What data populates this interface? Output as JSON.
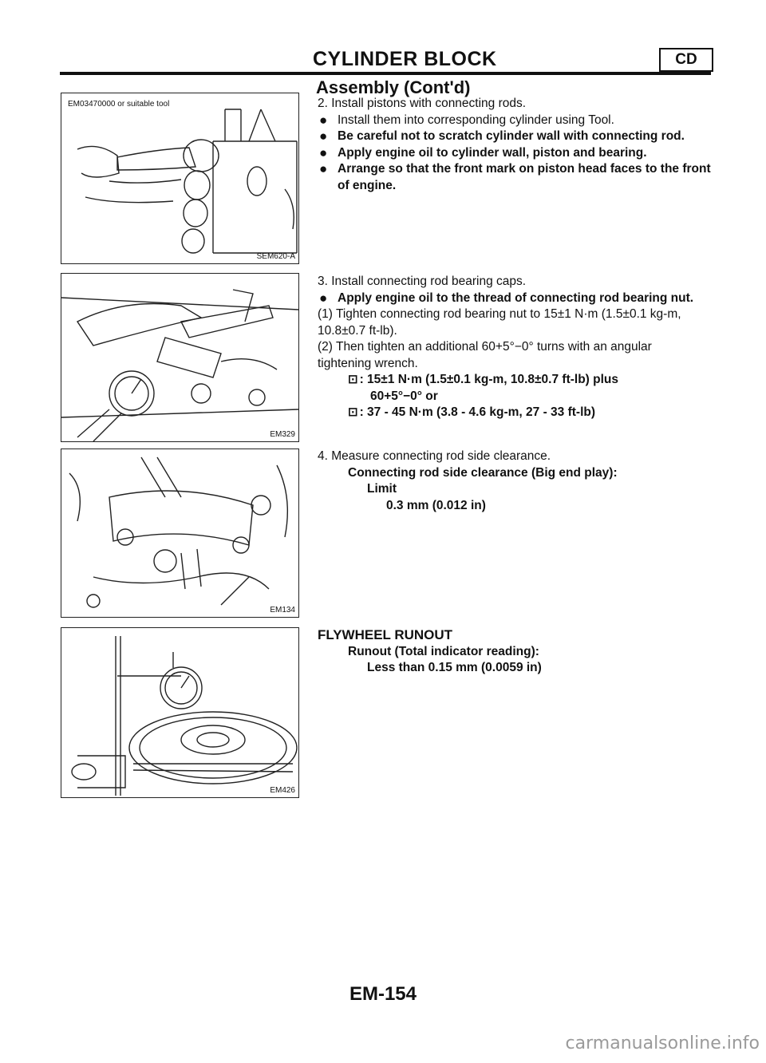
{
  "header": {
    "section_title": "CYLINDER BLOCK",
    "badge": "CD",
    "subtitle": "Assembly (Cont'd)"
  },
  "figures": [
    {
      "code": "SEM620-A",
      "tool_label": "EM03470000 or suitable tool"
    },
    {
      "code": "EM329"
    },
    {
      "code": "EM134"
    },
    {
      "code": "EM426"
    }
  ],
  "step2": {
    "main": "2. Install pistons with connecting rods.",
    "bullets": [
      "Install them into corresponding cylinder using Tool.",
      "Be careful not to scratch cylinder wall with connecting rod.",
      "Apply engine oil to cylinder wall, piston and bearing.",
      "Arrange so that the front mark on piston head faces to the front of engine."
    ]
  },
  "step3": {
    "main": "3. Install connecting rod bearing caps.",
    "bullet": "Apply engine oil to the thread of connecting rod bearing nut.",
    "sub1": "(1) Tighten connecting rod bearing nut to 15±1 N·m (1.5±0.1 kg-m, 10.8±0.7 ft-lb).",
    "sub2": "(2) Then tighten an additional 60+5°−0° turns with an angular tightening wrench.",
    "spec1_line1": ": 15±1 N·m (1.5±0.1 kg-m, 10.8±0.7 ft-lb) plus",
    "spec1_line2": "60+5°−0° or",
    "spec2": ": 37 - 45 N·m (3.8 - 4.6 kg-m, 27 - 33 ft-lb)"
  },
  "step4": {
    "main": "4. Measure connecting rod side clearance.",
    "spec_title": "Connecting rod side clearance (Big end play):",
    "limit_label": "Limit",
    "limit_value": "0.3 mm (0.012 in)"
  },
  "flywheel": {
    "title": "FLYWHEEL RUNOUT",
    "label": "Runout (Total indicator reading):",
    "value": "Less than 0.15 mm (0.0059 in)"
  },
  "footer": {
    "page": "EM-154",
    "watermark": "carmanualsonline.info"
  }
}
